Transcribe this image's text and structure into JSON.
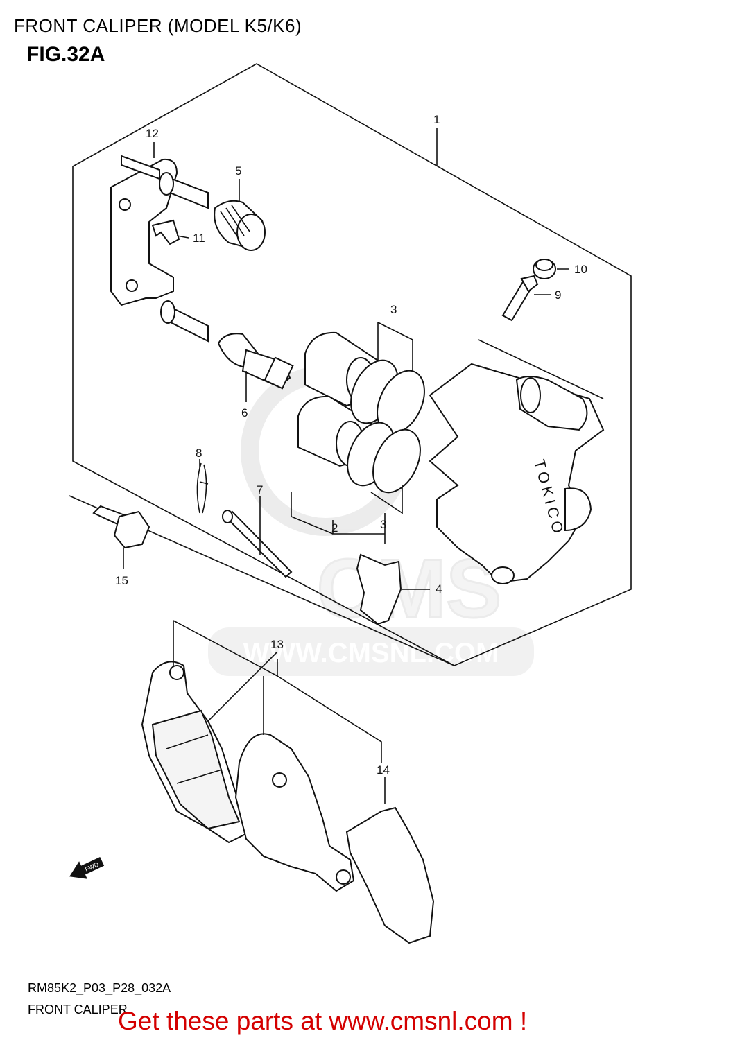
{
  "header": {
    "title": "FRONT CALIPER (MODEL K5/K6)",
    "figure": "FIG.32A"
  },
  "watermark": {
    "text": "WWW.CMSNL.COM",
    "brand": "CMS"
  },
  "caliper_marking": "TOKICO",
  "fwd_label": "FWD",
  "callouts": {
    "c1": "1",
    "c2": "2",
    "c3a": "3",
    "c3b": "3",
    "c4": "4",
    "c5": "5",
    "c6": "6",
    "c7": "7",
    "c8": "8",
    "c9": "9",
    "c10": "10",
    "c11": "11",
    "c12": "12",
    "c13": "13",
    "c14": "14",
    "c15": "15"
  },
  "footer": {
    "code": "RM85K2_P03_P28_032A",
    "name": "FRONT CALIPER",
    "promo": "Get these parts at www.cmsnl.com !"
  },
  "colors": {
    "promo": "#d40000",
    "lines": "#111111",
    "watermark": "#dcdcdc"
  }
}
